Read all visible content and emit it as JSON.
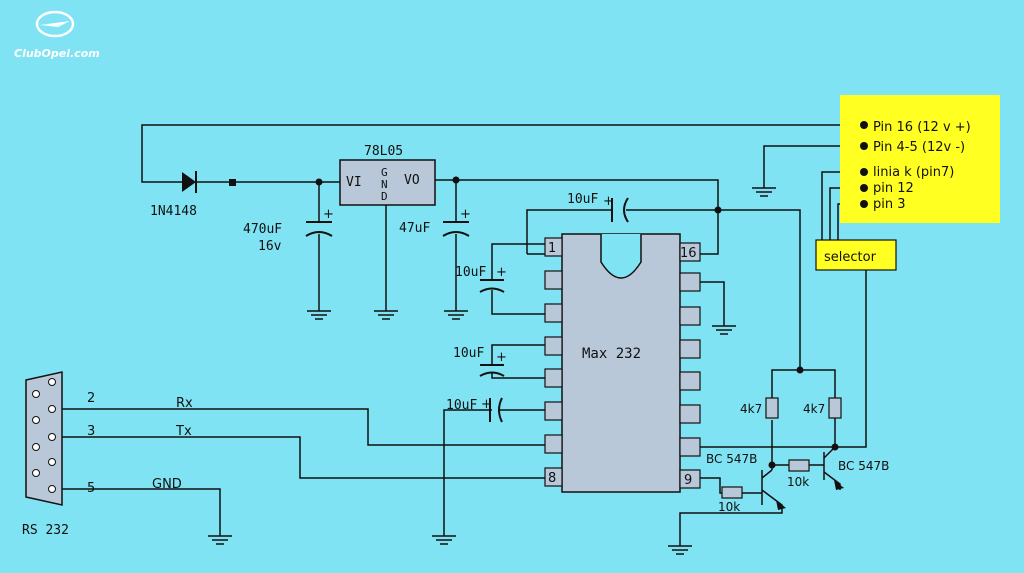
{
  "watermark": "ClubOpel.com",
  "regulator": {
    "name": "78L05",
    "vi": "VI",
    "vo": "VO",
    "gnd": [
      "G",
      "N",
      "D"
    ]
  },
  "diode": "1N4148",
  "cap_input": {
    "value": "470uF",
    "voltage": "16v"
  },
  "cap_output": "47uF",
  "cap_top": "10uF",
  "cap_c1": "10uF",
  "cap_c2": "10uF",
  "cap_c3": "10uF",
  "plus": "+",
  "ic": {
    "name": "Max 232",
    "pin1": "1",
    "pin8": "8",
    "pin9": "9",
    "pin16": "16"
  },
  "connector_pins": [
    {
      "label": "Pin 16 (12 v +)"
    },
    {
      "label": "Pin 4-5 (12v -)"
    },
    {
      "label": "linia k (pin7)"
    },
    {
      "label": "pin 12"
    },
    {
      "label": "pin 3"
    }
  ],
  "selector": "selector",
  "resistors": {
    "r1": "4k7",
    "r2": "4k7",
    "r3": "10k",
    "r4": "10k"
  },
  "transistors": {
    "t1": "BC 547B",
    "t2": "BC 547B"
  },
  "rs232": {
    "title": "RS 232",
    "pins": [
      {
        "num": "2",
        "signal": "Rx"
      },
      {
        "num": "3",
        "signal": "Tx"
      },
      {
        "num": "5",
        "signal": "GND"
      }
    ]
  }
}
